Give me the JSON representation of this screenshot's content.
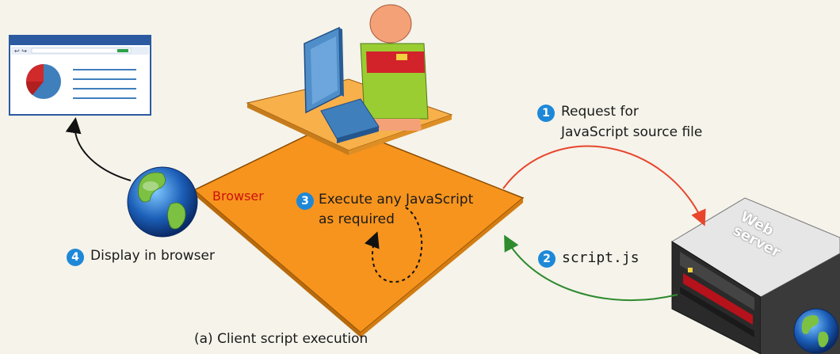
{
  "steps": [
    {
      "number": "1",
      "line1": "Request for",
      "line2": "JavaScript source file"
    },
    {
      "number": "2",
      "text": "script.js"
    },
    {
      "number": "3",
      "line1": "Execute any JavaScript",
      "line2": "as required"
    },
    {
      "number": "4",
      "text": "Display in browser"
    }
  ],
  "browser_label": "Browser",
  "server_label": "Web server",
  "caption": "(a) Client script execution",
  "colors": {
    "background": "#f5f3ea",
    "platform": "#f7941d",
    "browser_text": "#cc1111",
    "badge": "#1e88d8",
    "request_arrow": "#e8452c",
    "response_arrow": "#2e8b2e",
    "display_arrow": "#111111"
  }
}
